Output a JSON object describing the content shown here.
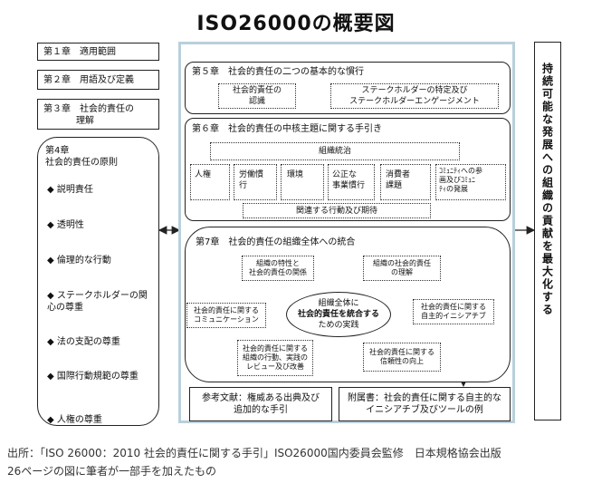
{
  "title": "ISO26000の概要図",
  "left": {
    "ch1": "第１章　適用範囲",
    "ch2": "第２章　用語及び定義",
    "ch3": [
      "第３章　社会的責任の",
      "理解"
    ],
    "ch4_title": [
      "第4章",
      "社会的責任の原則"
    ],
    "principles": [
      "◆ 説明責任",
      "◆ 透明性",
      "◆ 倫理的な行動",
      "◆ ステークホルダーの関心の尊重",
      "◆ 法の支配の尊重",
      "◆ 国際行動規範の尊重",
      "◆ 人権の尊重"
    ]
  },
  "ch5": {
    "title": "第５章　社会的責任の二つの基本的な慣行",
    "recognition": [
      "社会的責任の",
      "認識"
    ],
    "stakeholder": [
      "ステークホルダーの特定及び",
      "ステークホルダーエンゲージメント"
    ]
  },
  "ch6": {
    "title": "第６章　社会的責任の中核主題に関する手引き",
    "governance": "組織統治",
    "subjects": [
      [
        "人権"
      ],
      [
        "労働慣",
        "行"
      ],
      [
        "環境"
      ],
      [
        "公正な",
        "事業慣行"
      ],
      [
        "消費者",
        "課題"
      ],
      [
        "ｺﾐｭﾆﾃｨへの参",
        "画及びｺﾐｭﾆ",
        "ﾃｨの発展"
      ]
    ],
    "related": "関連する行動及び期待"
  },
  "ch7": {
    "title": "第7章　社会的責任の組織全体への統合",
    "center": [
      "組織全体に",
      "社会的責任を統合する",
      "ための実践"
    ],
    "items": {
      "tl": [
        "組織の特性と",
        "社会的責任の関係"
      ],
      "tr": [
        "組織の社会的責任",
        "の理解"
      ],
      "ml": [
        "社会的責任に関する",
        "コミュニケーション"
      ],
      "mr": [
        "社会的責任に関する",
        "自主的イニシアチブ"
      ],
      "bl": [
        "社会的責任に関する",
        "組織の行動、実践の",
        "レビュー及び改善"
      ],
      "br": [
        "社会的責任に関する",
        "信頼性の向上"
      ]
    }
  },
  "references": [
    "参考文献：権威ある出典及び",
    "追加的な手引"
  ],
  "annex": [
    "附属書：社会的責任に関する自主的な",
    "イニシアチブ及びツールの例"
  ],
  "right": "持続可能な発展への組織の貢献を最大化する",
  "caption": [
    "出所：「ISO 26000：2010 社会的責任に関する手引」ISO26000国内委員会監修　日本規格協会出版",
    "26ページの図に筆者が一部手を加えたもの"
  ]
}
